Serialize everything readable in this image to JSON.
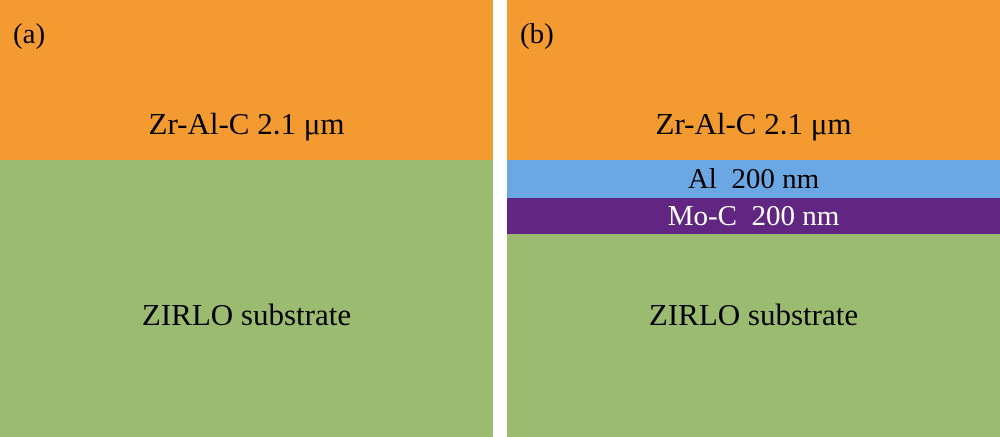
{
  "colors": {
    "zr_al_c": "#F39A31",
    "substrate": "#9BBB70",
    "al": "#6BA7E3",
    "mo_c": "#612582",
    "separator": "#ffffff"
  },
  "panel_a": {
    "label": "(a)",
    "layers": {
      "top": "Zr-Al-C 2.1 μm",
      "substrate": "ZIRLO substrate"
    }
  },
  "panel_b": {
    "label": "(b)",
    "layers": {
      "top": "Zr-Al-C 2.1 μm",
      "al": "Al  200 nm",
      "mo_c": "Mo-C  200 nm",
      "substrate": "ZIRLO substrate"
    }
  }
}
